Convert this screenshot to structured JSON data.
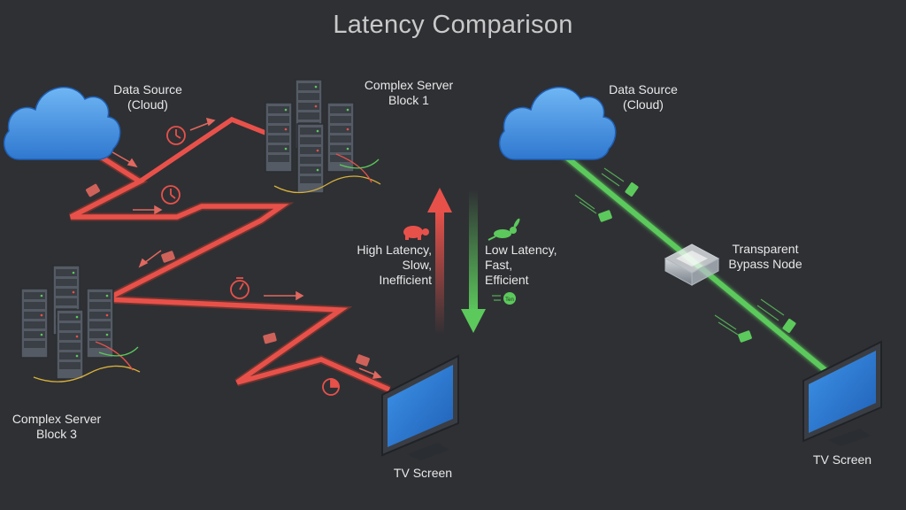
{
  "title": "Latency Comparison",
  "left": {
    "source": [
      "Data Source",
      "(Cloud)"
    ],
    "server1": [
      "Complex Server",
      "Block 1"
    ],
    "server3": [
      "Complex Server",
      "Block 3"
    ],
    "tv": "TV Screen"
  },
  "center": {
    "high": [
      "High Latency,",
      "Slow,",
      "Inefficient"
    ],
    "low": [
      "Low Latency,",
      "Fast,",
      "Efficient"
    ],
    "badge": "Ten"
  },
  "right": {
    "source": [
      "Data Source",
      "(Cloud)"
    ],
    "node": [
      "Transparent",
      "Bypass Node"
    ],
    "tv": "TV Screen"
  },
  "colors": {
    "background": "#2f3034",
    "slow_path": "#e8514a",
    "fast_path": "#5cc95c",
    "cloud": "#3f8fe0",
    "server": "#4a4f58",
    "screen": "#2f7fd8"
  },
  "icons": [
    "cloud-icon",
    "server-rack-icon",
    "tv-icon",
    "clock-icon",
    "stopwatch-icon",
    "turtle-icon",
    "rabbit-icon",
    "data-packet-icon"
  ]
}
